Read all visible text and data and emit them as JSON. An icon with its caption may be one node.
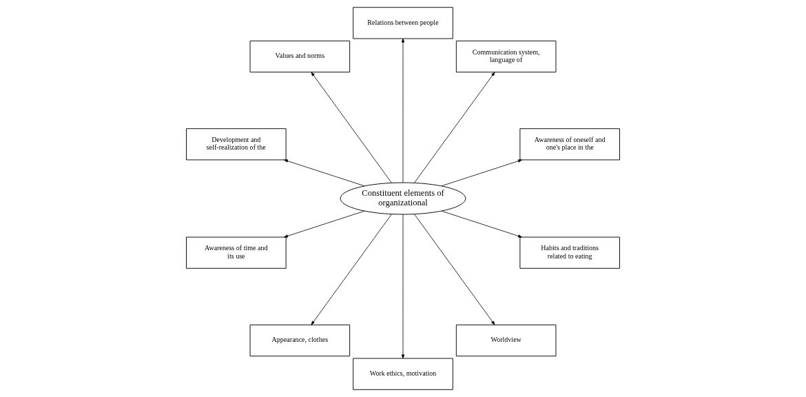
{
  "diagram": {
    "nodes": [
      {
        "text": [
          "Constituent elements of organizational"
        ]
      },
      {
        "text": [
          "Awareness of oneself and one's place in the"
        ]
      },
      {
        "text": [
          "Communication system, language of"
        ]
      },
      {
        "text": [
          "Relations between people"
        ]
      },
      {
        "text": [
          "Values and norms"
        ]
      },
      {
        "text": [
          "Development and self-realization of the"
        ]
      },
      {
        "text": [
          "Awareness of time and its use"
        ]
      },
      {
        "text": [
          "Appearance, clothes"
        ]
      },
      {
        "text": [
          "Work ethics, motivation"
        ]
      },
      {
        "text": [
          "Worldview"
        ]
      },
      {
        "text": [
          "Habits and traditions related to eating"
        ]
      }
    ],
    "edges": [
      {
        "from": 0,
        "to": 3,
        "arrow": "to"
      },
      {
        "from": 0,
        "to": 2,
        "arrow": "to"
      },
      {
        "from": 0,
        "to": 1,
        "arrow": "to"
      },
      {
        "from": 0,
        "to": 4,
        "arrow": "to"
      },
      {
        "from": 0,
        "to": 6,
        "arrow": "to"
      },
      {
        "from": 0,
        "to": 8,
        "arrow": "to"
      },
      {
        "from": 0,
        "to": 9,
        "arrow": "to"
      },
      {
        "from": 0,
        "to": 10,
        "arrow": "to"
      },
      {
        "from": 0,
        "to": 7,
        "arrow": "to"
      },
      {
        "from": 0,
        "to": 5,
        "arrow": "to"
      }
    ]
  }
}
